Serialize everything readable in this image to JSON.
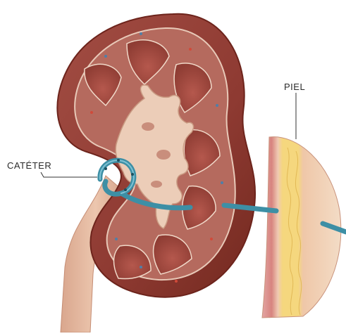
{
  "labels": {
    "catheter": "CATÉTER",
    "skin": "PIEL"
  },
  "colors": {
    "kidney_outer": "#8e3a32",
    "kidney_cortex": "#b2665a",
    "pelvis": "#eccdb8",
    "pyramid": "#a04a40",
    "ureter": "#e1b7a0",
    "catheter": "#3d8fa5",
    "skin_fat": "#f3d07a",
    "skin_outer": "#f1d3b8",
    "skin_muscle": "#d98f8a",
    "leader_line": "#333333"
  },
  "icons": {
    "kidney": "kidney-illustration",
    "catheter": "nephrostomy-catheter",
    "skin": "skin-cross-section"
  }
}
